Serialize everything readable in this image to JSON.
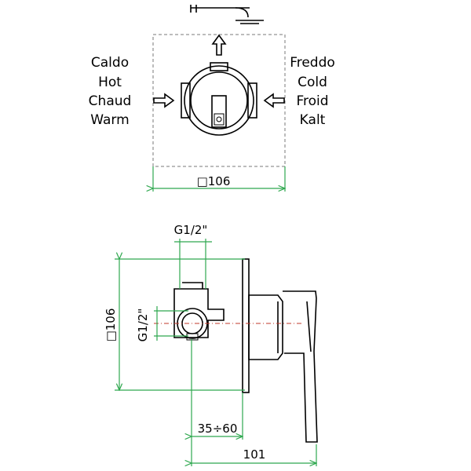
{
  "top_view": {
    "left_labels": [
      "Caldo",
      "Hot",
      "Chaud",
      "Warm"
    ],
    "right_labels": [
      "Freddo",
      "Cold",
      "Froid",
      "Kalt"
    ],
    "width_dim": "□106"
  },
  "side_view": {
    "top_thread": "G1/2\"",
    "side_thread": "G1/2\"",
    "height_dim": "□106",
    "depth_dim": "35÷60",
    "total_dim": "101"
  },
  "colors": {
    "dimension": "#2fa84f",
    "axis": "#c0392b",
    "outline": "#000000"
  }
}
